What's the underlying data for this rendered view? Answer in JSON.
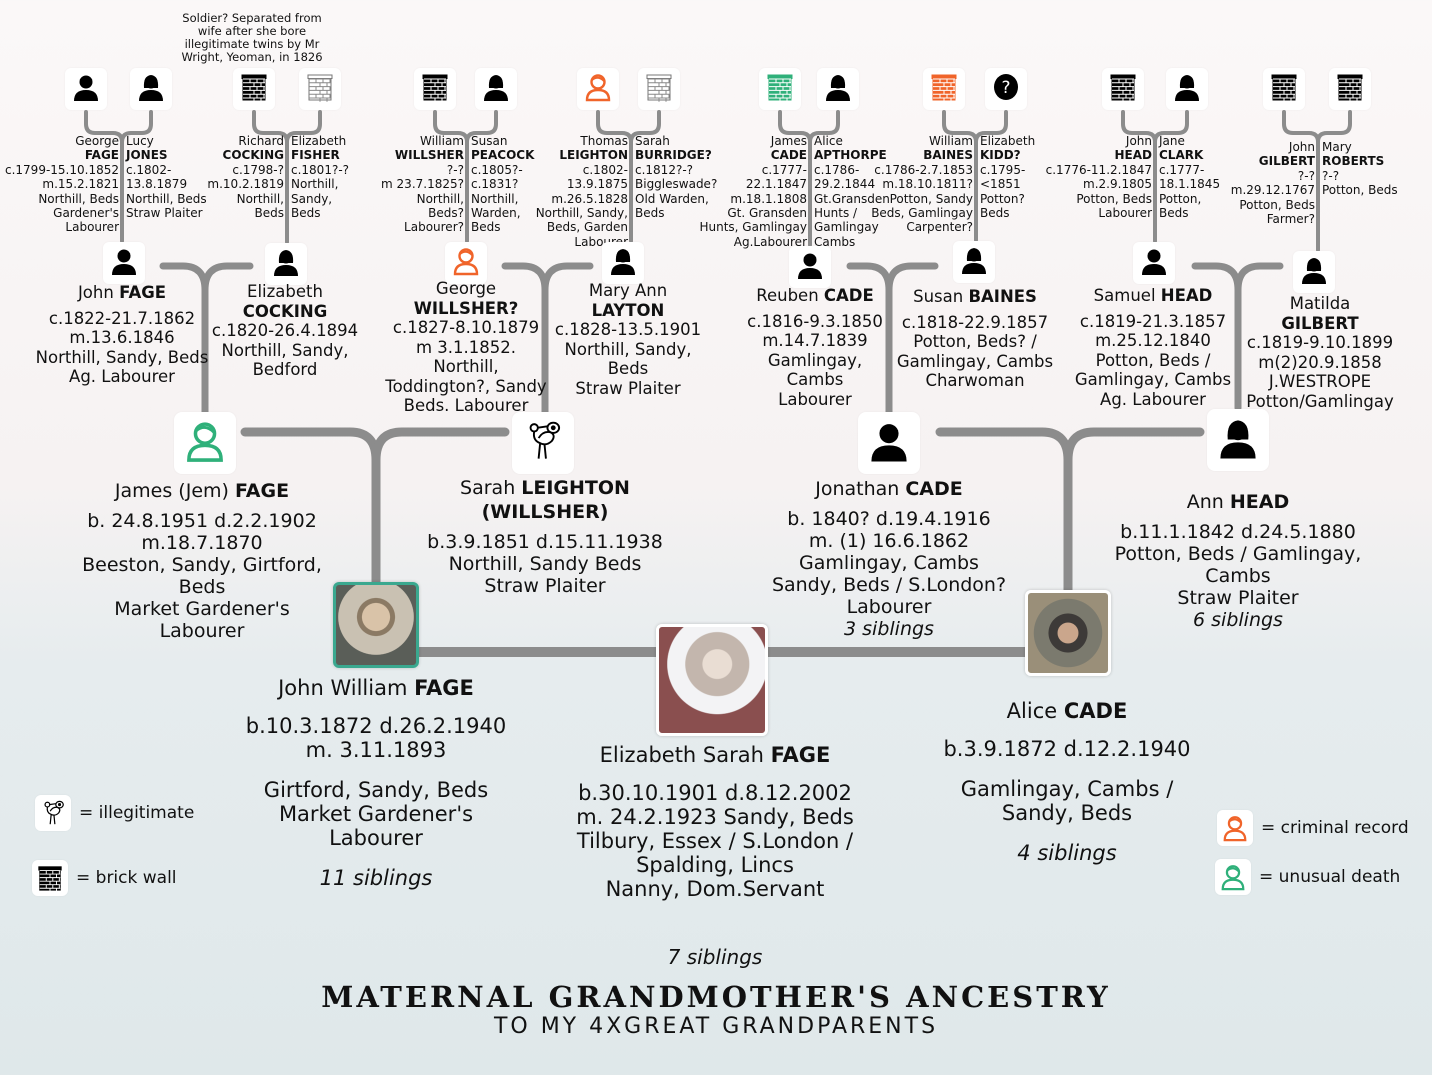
{
  "colors": {
    "line": "#8c8c8c",
    "criminal": "#f0642a",
    "unusual_death": "#2fb07a",
    "teal_border": "#3aa88f"
  },
  "note": "Soldier? Separated from wife after she bore illegitimate twins by Mr Wright, Yeoman, in 1826",
  "gen4": [
    {
      "id": "george-fage",
      "icon": "male",
      "given": "George",
      "surname": "FAGE",
      "details": [
        "c.1799-15.10.1852",
        "m.15.2.1821",
        "Northill, Beds",
        "Gardener's",
        "Labourer"
      ]
    },
    {
      "id": "lucy-jones",
      "icon": "female",
      "given": "Lucy",
      "surname": "JONES",
      "details": [
        "c.1802-",
        "13.8.1879",
        "Northill, Beds",
        "Straw Plaiter"
      ]
    },
    {
      "id": "richard-cocking",
      "icon": "brick-wall",
      "given": "Richard",
      "surname": "COCKING",
      "details": [
        "c.1798-?",
        "m.10.2.1819",
        "Northill,",
        "Beds"
      ]
    },
    {
      "id": "elizabeth-fisher",
      "icon": "brick-wall-outline",
      "given": "Elizabeth",
      "surname": "FISHER",
      "details": [
        "c.1801?-?",
        "Northill,",
        "Sandy,",
        "Beds"
      ]
    },
    {
      "id": "william-willsher",
      "icon": "brick-wall",
      "given": "William",
      "surname": "WILLSHER",
      "details": [
        "?-?",
        "m 23.7.1825?",
        "Northill,",
        "Beds?",
        "Labourer?"
      ]
    },
    {
      "id": "susan-peacock",
      "icon": "female",
      "given": "Susan",
      "surname": "PEACOCK",
      "details": [
        "c.1805?-",
        "c.1831?",
        "Northill,",
        "Warden,",
        "Beds"
      ]
    },
    {
      "id": "thomas-leighton",
      "icon": "criminal",
      "given": "Thomas",
      "surname": "LEIGHTON",
      "details": [
        "c.1802-",
        "13.9.1875",
        "m.26.5.1828",
        "Northill, Sandy,",
        "Beds, Garden",
        "Labourer"
      ]
    },
    {
      "id": "sarah-burridge",
      "icon": "brick-wall-outline",
      "given": "Sarah",
      "surname": "BURRIDGE?",
      "details": [
        "c.1812?-?",
        "Biggleswade?",
        "Old Warden,",
        "Beds"
      ]
    },
    {
      "id": "james-cade",
      "icon": "brick-wall-green",
      "given": "James",
      "surname": "CADE",
      "details": [
        "c.1777-",
        "22.1.1847",
        "m.18.1.1808",
        "Gt. Gransden",
        "Hunts, Gamlingay",
        "Ag.Labourer"
      ]
    },
    {
      "id": "alice-apthorpe",
      "icon": "female",
      "given": "Alice",
      "surname": "APTHORPE",
      "details": [
        "c.1786-",
        "29.2.1844",
        "Gt.Gransden",
        "Hunts /",
        "Gamlingay",
        "Cambs"
      ]
    },
    {
      "id": "william-baines",
      "icon": "brick-wall-orange",
      "given": "William",
      "surname": "BAINES",
      "details": [
        "c.1786-2.7.1853",
        "m.18.10.1811?",
        "Potton, Sandy",
        "Beds, Gamlingay",
        "Carpenter?"
      ]
    },
    {
      "id": "elizabeth-kidd",
      "icon": "question",
      "given": "Elizabeth",
      "surname": "KIDD?",
      "details": [
        "c.1795-",
        "<1851",
        "Potton?",
        "Beds"
      ]
    },
    {
      "id": "john-head",
      "icon": "brick-wall",
      "given": "John",
      "surname": "HEAD",
      "details": [
        "c.1776-11.2.1847",
        "m.2.9.1805",
        "Potton, Beds",
        "Labourer"
      ]
    },
    {
      "id": "jane-clark",
      "icon": "female",
      "given": "Jane",
      "surname": "CLARK",
      "details": [
        "c.1777-",
        "18.1.1845",
        "Potton,",
        "Beds"
      ]
    },
    {
      "id": "john-gilbert",
      "icon": "brick-wall",
      "given": "John",
      "surname": "GILBERT",
      "details": [
        "?-?",
        "m.29.12.1767",
        "Potton, Beds",
        "Farmer?"
      ]
    },
    {
      "id": "mary-roberts",
      "icon": "brick-wall",
      "given": "Mary",
      "surname": "ROBERTS",
      "details": [
        "?-?",
        "Potton, Beds"
      ]
    }
  ],
  "gen3": [
    {
      "id": "john-fage",
      "icon": "male",
      "given": "John",
      "surname": "FAGE",
      "details": [
        "c.1822-21.7.1862",
        "m.13.6.1846",
        "Northill, Sandy, Beds",
        "Ag. Labourer"
      ]
    },
    {
      "id": "elizabeth-cocking",
      "icon": "female",
      "given": "Elizabeth",
      "surname": "COCKING",
      "details": [
        "c.1820-26.4.1894",
        "Northill, Sandy,",
        "Bedford"
      ]
    },
    {
      "id": "george-willsher",
      "icon": "criminal",
      "given": "George",
      "surname": "WILLSHER?",
      "details": [
        "c.1827-8.10.1879",
        "m 3.1.1852.",
        "Northill,",
        "Toddington?, Sandy",
        "Beds. Labourer"
      ]
    },
    {
      "id": "mary-ann-layton",
      "icon": "female",
      "given": "Mary Ann",
      "surname": "LAYTON",
      "details": [
        "c.1828-13.5.1901",
        "Northill, Sandy,",
        "Beds",
        "Straw Plaiter"
      ]
    },
    {
      "id": "reuben-cade",
      "icon": "male",
      "given": "Reuben",
      "surname": "CADE",
      "details": [
        "c.1816-9.3.1850",
        "m.14.7.1839",
        "Gamlingay,",
        "Cambs",
        "Labourer"
      ]
    },
    {
      "id": "susan-baines",
      "icon": "female",
      "given": "Susan",
      "surname": "BAINES",
      "details": [
        "c.1818-22.9.1857",
        "Potton, Beds? /",
        "Gamlingay, Cambs",
        "Charwoman"
      ]
    },
    {
      "id": "samuel-head",
      "icon": "male",
      "given": "Samuel",
      "surname": "HEAD",
      "details": [
        "c.1819-21.3.1857",
        "m.25.12.1840",
        "Potton, Beds /",
        "Gamlingay, Cambs",
        "Ag. Labourer"
      ]
    },
    {
      "id": "matilda-gilbert",
      "icon": "female",
      "given": "Matilda",
      "surname": "GILBERT",
      "details": [
        "c.1819-9.10.1899",
        "m(2)20.9.1858",
        "J.WESTROPE",
        "Potton/Gamlingay"
      ]
    }
  ],
  "gen2": [
    {
      "id": "james-fage",
      "icon": "unusual-death",
      "given": "James (Jem)",
      "surname": "FAGE",
      "details": [
        "b. 24.8.1951 d.2.2.1902",
        "m.18.7.1870",
        "Beeston, Sandy, Girtford,",
        "Beds",
        "Market Gardener's",
        "Labourer"
      ]
    },
    {
      "id": "sarah-leighton",
      "icon": "illegitimate",
      "given": "Sarah",
      "surname": "LEIGHTON",
      "surname2": "(WILLSHER)",
      "details": [
        "b.3.9.1851 d.15.11.1938",
        "Northill, Sandy Beds",
        "Straw Plaiter"
      ]
    },
    {
      "id": "jonathan-cade",
      "icon": "male",
      "given": "Jonathan",
      "surname": "CADE",
      "details": [
        "b. 1840? d.19.4.1916",
        "m. (1) 16.6.1862",
        "Gamlingay, Cambs",
        "Sandy, Beds / S.London?",
        "Labourer"
      ],
      "siblings": "3 siblings"
    },
    {
      "id": "ann-head",
      "icon": "female",
      "given": "Ann",
      "surname": "HEAD",
      "details": [
        "b.11.1.1842 d.24.5.1880",
        "Potton, Beds / Gamlingay,",
        "Cambs",
        "Straw Plaiter"
      ],
      "siblings": "6 siblings"
    }
  ],
  "gen1": [
    {
      "id": "john-william-fage",
      "given": "John William",
      "surname": "FAGE",
      "detail_groups": [
        [
          "b.10.3.1872 d.26.2.1940",
          "m. 3.11.1893"
        ],
        [
          "Girtford, Sandy, Beds",
          "Market Gardener's",
          "Labourer"
        ]
      ],
      "siblings": "11 siblings"
    },
    {
      "id": "alice-cade",
      "given": "Alice",
      "surname": "CADE",
      "detail_groups": [
        [
          "b.3.9.1872 d.12.2.1940"
        ],
        [
          "Gamlingay, Cambs /",
          "Sandy, Beds"
        ]
      ],
      "siblings": "4 siblings"
    }
  ],
  "gen0": {
    "id": "elizabeth-sarah-fage",
    "given": "Elizabeth Sarah",
    "surname": "FAGE",
    "detail_groups": [
      [
        "b.30.10.1901 d.8.12.2002",
        "m. 24.2.1923 Sandy, Beds",
        "Tilbury, Essex / S.London /",
        "Spalding, Lincs",
        "Nanny, Dom.Servant"
      ]
    ],
    "siblings": "7 siblings"
  },
  "legend": [
    {
      "icon": "illegitimate",
      "label": "= illegitimate"
    },
    {
      "icon": "brick-wall",
      "label": "= brick wall"
    },
    {
      "icon": "criminal",
      "label": "= criminal record"
    },
    {
      "icon": "unusual-death",
      "label": "= unusual death"
    }
  ],
  "title": "MATERNAL GRANDMOTHER'S ANCESTRY",
  "subtitle": "TO MY 4XGREAT GRANDPARENTS"
}
